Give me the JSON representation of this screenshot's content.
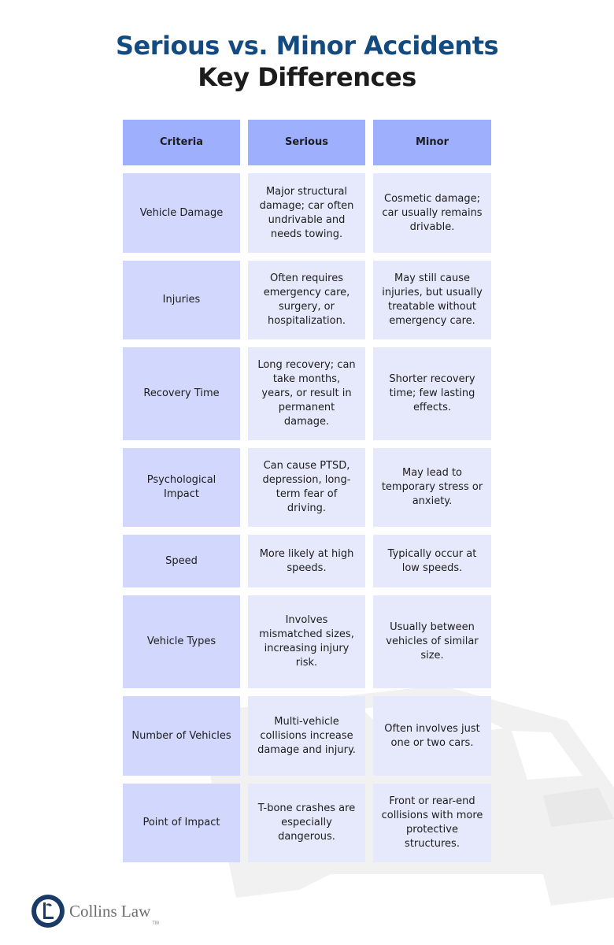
{
  "title": {
    "line1": "Serious vs. Minor Accidents",
    "line2": "Key Differences"
  },
  "table": {
    "headers": [
      "Criteria",
      "Serious",
      "Minor"
    ],
    "rows": [
      {
        "criteria": "Vehicle Damage",
        "serious": "Major structural damage; car often undrivable and needs towing.",
        "minor": "Cosmetic damage; car usually remains drivable."
      },
      {
        "criteria": "Injuries",
        "serious": "Often requires emergency care, surgery, or hospitalization.",
        "minor": "May still cause injuries, but usually treatable without emergency care."
      },
      {
        "criteria": "Recovery Time",
        "serious": "Long recovery; can take months, years, or result in permanent damage.",
        "minor": "Shorter recovery time; few lasting effects."
      },
      {
        "criteria": "Psychological Impact",
        "serious": "Can cause PTSD, depression, long-term fear of driving.",
        "minor": "May lead to temporary stress or anxiety."
      },
      {
        "criteria": "Speed",
        "serious": "More likely at high speeds.",
        "minor": "Typically occur at low speeds."
      },
      {
        "criteria": "Vehicle Types",
        "serious": "Involves mismatched sizes, increasing injury risk.",
        "minor": "Usually between vehicles of similar size."
      },
      {
        "criteria": "Number of Vehicles",
        "serious": "Multi-vehicle collisions increase damage and injury.",
        "minor": "Often involves just one or two cars."
      },
      {
        "criteria": "Point of Impact",
        "serious": "T-bone crashes are especially dangerous.",
        "minor": "Front or rear-end collisions with more protective structures."
      }
    ]
  },
  "logo": {
    "text": "Collins Law",
    "mark": "L",
    "tm": "TM"
  },
  "colors": {
    "title_primary": "#134a80",
    "header_bg": "#9eaffd",
    "criteria_bg": "#d2d8fd",
    "value_bg": "#e6e9fc"
  }
}
